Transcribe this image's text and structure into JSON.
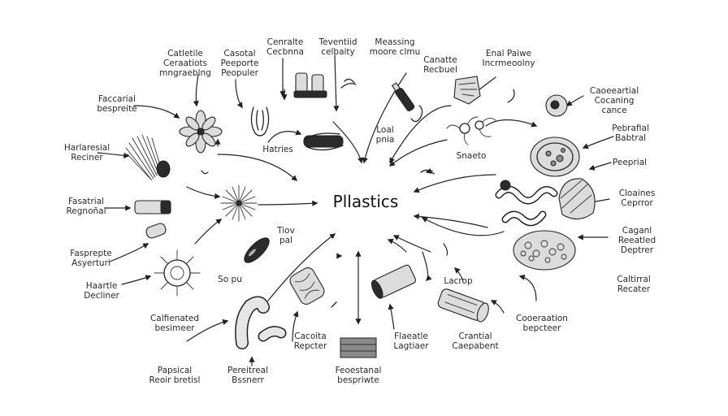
{
  "center_label": "Pllastics",
  "labels": [
    {
      "id": "l01",
      "text": "Catletile\nCeraatiots\nmngraeblng"
    },
    {
      "id": "l02",
      "text": "Casotal\nPeeporte\nPeopuler"
    },
    {
      "id": "l03",
      "text": "Cenralte\nCecbnna"
    },
    {
      "id": "l04",
      "text": "Teventiid\ncelbaity"
    },
    {
      "id": "l05",
      "text": "Meassing\nmoore clmu"
    },
    {
      "id": "l06",
      "text": "Canatte\nRecbuel"
    },
    {
      "id": "l07",
      "text": "Enal Paiwe\nIncrmeoolny"
    },
    {
      "id": "l08",
      "text": "Caoeeartial\nCocaning\ncance"
    },
    {
      "id": "l09",
      "text": "Faccarial\nbespreite"
    },
    {
      "id": "l10",
      "text": "Harlaresial\nReciner"
    },
    {
      "id": "l11",
      "text": "Hatries"
    },
    {
      "id": "l12",
      "text": "Loal\npnia"
    },
    {
      "id": "l13",
      "text": "Snaeto"
    },
    {
      "id": "l14",
      "text": "Pebrafial\nBabtral"
    },
    {
      "id": "l15",
      "text": "Peeprial"
    },
    {
      "id": "l16",
      "text": "Fasatrial\nRegnoñal"
    },
    {
      "id": "l17",
      "text": "Cloaines\nCeprror"
    },
    {
      "id": "l18",
      "text": "Tiov\npal"
    },
    {
      "id": "l19",
      "text": "Caganl\nReeatled\nDeptrer"
    },
    {
      "id": "l20",
      "text": "Fasprepte\nAsyerturi"
    },
    {
      "id": "l21",
      "text": "So pu"
    },
    {
      "id": "l22",
      "text": "Lacrop"
    },
    {
      "id": "l23",
      "text": "Haartle\nDecliner"
    },
    {
      "id": "l24",
      "text": "Caltirral\nRecater"
    },
    {
      "id": "l25",
      "text": "Calfienated\nbesimeer"
    },
    {
      "id": "l26",
      "text": "Cooeraation\nbepcteer"
    },
    {
      "id": "l27",
      "text": "Cacoita\nRepcter"
    },
    {
      "id": "l28",
      "text": "Flaeatle\nLagtiaer"
    },
    {
      "id": "l29",
      "text": "Crantial\nCaepabent"
    },
    {
      "id": "l30",
      "text": "Papsical\nReoir bretisl"
    },
    {
      "id": "l31",
      "text": "Pereitreal\nBssnerr"
    },
    {
      "id": "l32",
      "text": "Feoestanal\nbespriwte"
    }
  ]
}
